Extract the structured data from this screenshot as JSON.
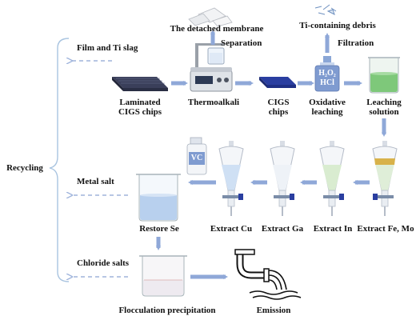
{
  "labels": {
    "recycling": "Recycling",
    "film_ti_slag": "Film and Ti slag",
    "metal_salt": "Metal salt",
    "chloride_salts": "Chloride salts",
    "detached_membrane": "The detached membrane",
    "separation": "Separation",
    "ti_debris": "Ti-containing debris",
    "filtration": "Filtration",
    "laminated_line1": "Laminated",
    "laminated_line2": "CIGS chips",
    "thermoalkali": "Thermoalkali",
    "cigs_line1": "CIGS",
    "cigs_line2": "chips",
    "oxidative_line1": "Oxidative",
    "oxidative_line2": "leaching",
    "leaching_line1": "Leaching",
    "leaching_line2": "solution",
    "restore_se": "Restore Se",
    "extract_cu": "Extract Cu",
    "extract_ga": "Extract Ga",
    "extract_in": "Extract In",
    "extract_fe_mo": "Extract Fe, Mo",
    "flocculation": "Flocculation precipitation",
    "emission": "Emission",
    "h2o2": "H₂O₂",
    "hcl": "HCl",
    "vc": "VC"
  },
  "colors": {
    "arrow": "#8fa8d8",
    "dashed": "#9fb4dc",
    "bracket": "#a9c4e0",
    "leach_green": "#7ec87a",
    "bottle_blue": "#7f9bd0",
    "water_blue": "#b8d0ee",
    "cu_blue": "#cfe0f4",
    "in_green": "#d9ecd0",
    "fe_yellow": "#d8b24a"
  }
}
